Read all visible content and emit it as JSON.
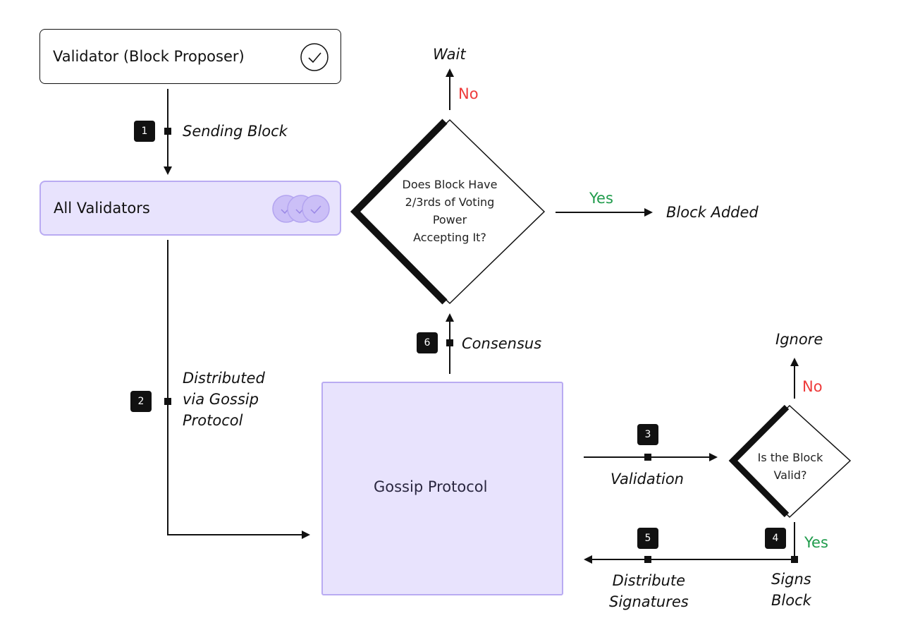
{
  "proposer": {
    "label": "Validator (Block Proposer)"
  },
  "all_validators": {
    "label": "All Validators"
  },
  "gossip": {
    "label": "Gossip Protocol"
  },
  "steps": [
    {
      "number": "1",
      "label": "Sending Block"
    },
    {
      "number": "2",
      "label_lines": [
        "Distributed",
        "via Gossip",
        "Protocol"
      ]
    },
    {
      "number": "3",
      "label": "Validation"
    },
    {
      "number": "4",
      "label_lines": [
        "Signs",
        "Block"
      ]
    },
    {
      "number": "5",
      "label_lines": [
        "Distribute",
        "Signatures"
      ]
    },
    {
      "number": "6",
      "label": "Consensus"
    }
  ],
  "consensus_decision": {
    "question_lines": [
      "Does Block Have",
      "2/3rds of Voting",
      "Power",
      "Accepting It?"
    ],
    "no_label": "No",
    "no_outcome": "Wait",
    "yes_label": "Yes",
    "yes_outcome": "Block Added"
  },
  "validity_decision": {
    "question_lines": [
      "Is the Block",
      "Valid?"
    ],
    "no_label": "No",
    "no_outcome": "Ignore",
    "yes_label": "Yes"
  },
  "colors": {
    "accent_fill": "#e8e3fd",
    "accent_border": "#b9abf2",
    "node_fill": "#cbbff7",
    "no": "#ee3b3b",
    "yes": "#1f9b4b"
  },
  "icons": {
    "proposer": "check-circle-icon",
    "validators": "stacked-check-circles-icon",
    "node": "check-circle-icon"
  }
}
